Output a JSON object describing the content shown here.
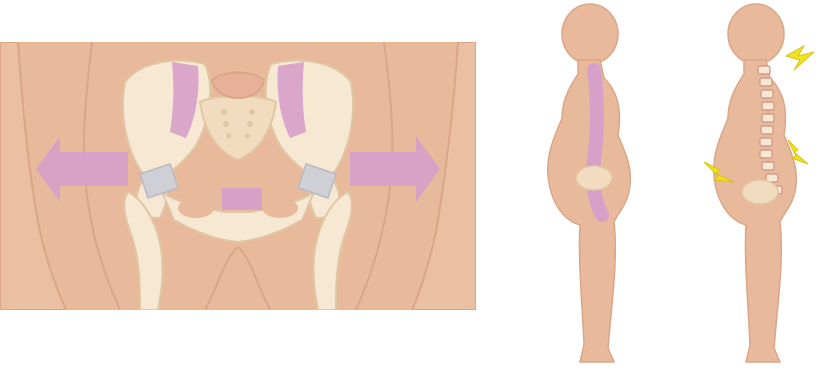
{
  "illustration": {
    "panels": [
      {
        "id": "pelvis-front-view",
        "depicts": "pelvis-with-widening-arrows"
      },
      {
        "id": "pregnant-profile-spine",
        "depicts": "spine-highlight"
      },
      {
        "id": "pregnant-profile-back-pain",
        "depicts": "spine-with-pain-marks"
      }
    ]
  },
  "colors": {
    "skin": "#e9b99b",
    "skin_shadow": "#d9a688",
    "bone": "#f6e8d3",
    "bone_outline": "#e0c7a4",
    "highlight": "#d7a0c9",
    "ligament": "#cfcfd6",
    "pain": "#f2e21d",
    "spine_red": "#cf8f83"
  }
}
